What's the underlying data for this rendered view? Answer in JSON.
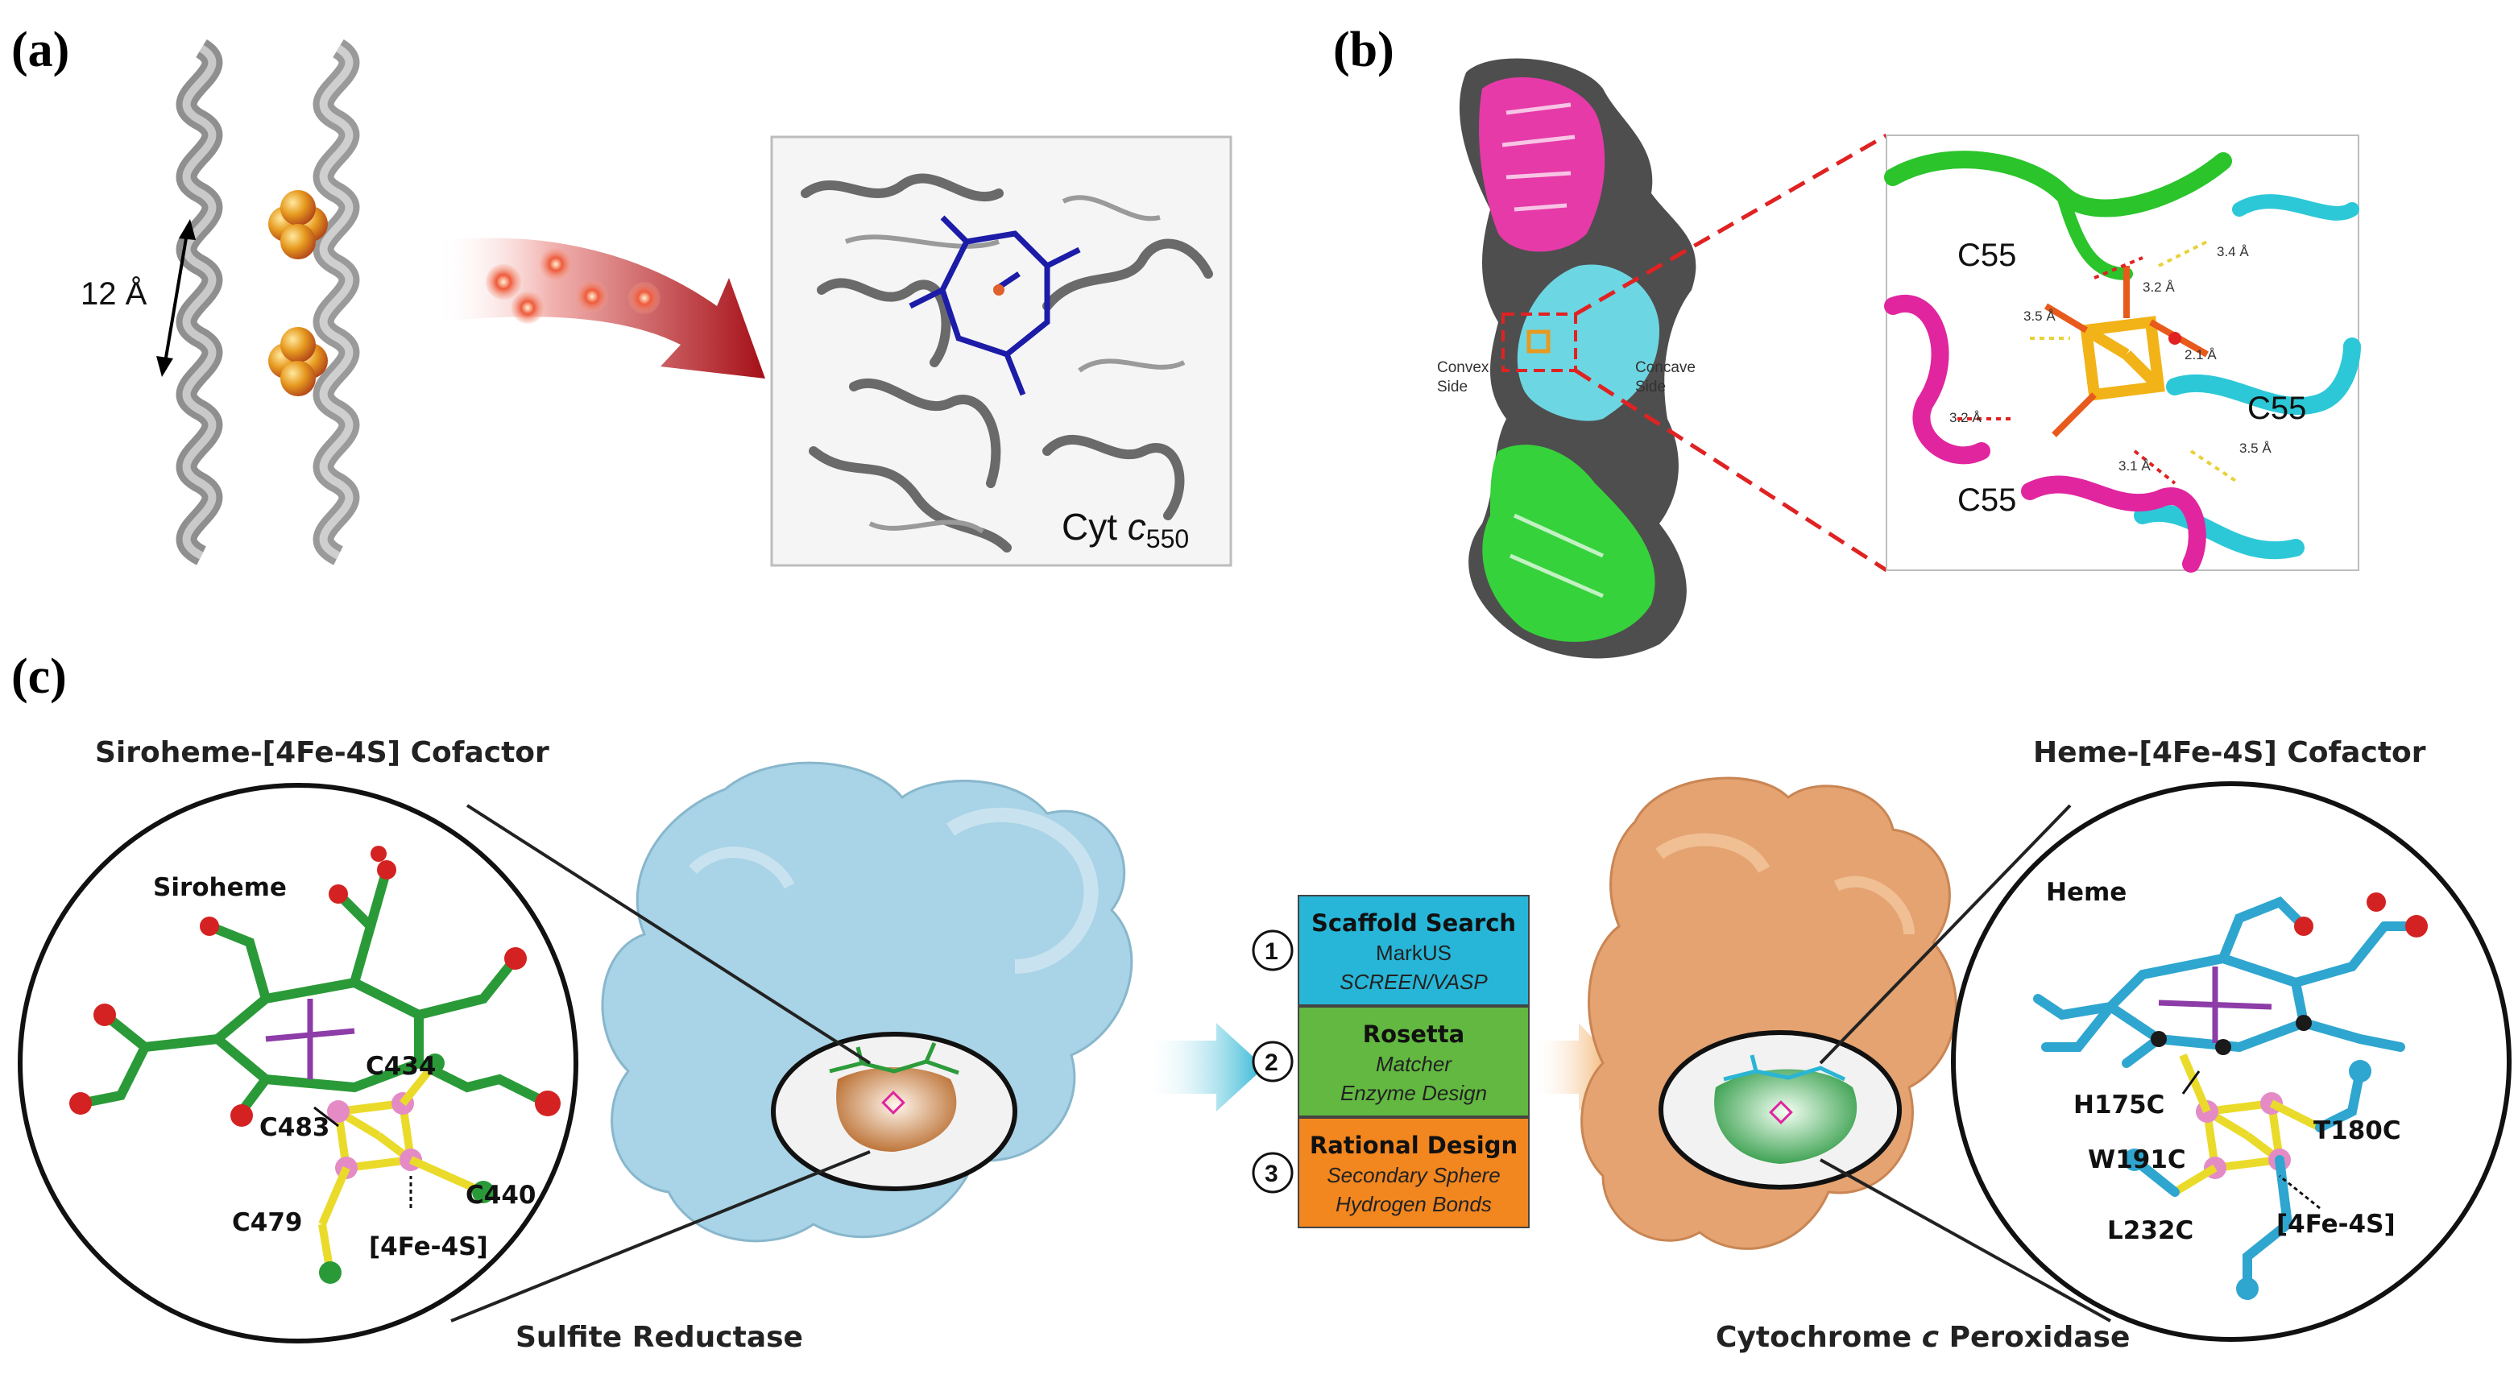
{
  "panels": {
    "a": {
      "label": "(a)",
      "distance_label": "12 Å",
      "product_label_prefix": "Cyt ",
      "product_label_italic": "c",
      "product_label_sub": "550"
    },
    "b": {
      "label": "(b)",
      "convex_line1": "Convex",
      "convex_line2": "Side",
      "concave_line1": "Concave",
      "concave_line2": "Side",
      "cys_labels": [
        "C55",
        "C55",
        "C55"
      ],
      "distances": [
        "3.4 Å",
        "3.2 Å",
        "3.5 Å",
        "2.1 Å",
        "3.2 Å",
        "3.1 Å",
        "3.5 Å"
      ]
    },
    "c": {
      "label": "(c)",
      "left_title": "Siroheme-[4Fe-4S] Cofactor",
      "left_inset_cofactor": "Siroheme",
      "left_residues": [
        "C434",
        "C483",
        "C440",
        "C479",
        "[4Fe-4S]"
      ],
      "left_protein": "Sulfite Reductase",
      "right_title": "Heme-[4Fe-4S] Cofactor",
      "right_inset_cofactor": "Heme",
      "right_residues": [
        "H175C",
        "T180C",
        "W191C",
        "L232C",
        "[4Fe-4S]"
      ],
      "right_protein_prefix": "Cytochrome ",
      "right_protein_italic": "c",
      "right_protein_suffix": " Peroxidase",
      "steps": [
        {
          "number": "1",
          "title": "Scaffold Search",
          "line1": "MarkUS",
          "line2": "SCREEN/VASP",
          "color": "#27b6d8"
        },
        {
          "number": "2",
          "title": "Rosetta",
          "line1": "Matcher",
          "line2": "Enzyme Design",
          "color": "#62b840"
        },
        {
          "number": "3",
          "title": "Rational Design",
          "line1": "Secondary Sphere",
          "line2": "Hydrogen Bonds",
          "color": "#f2861f"
        }
      ]
    }
  },
  "colors": {
    "helix_gray": "#8c8c8c",
    "magenta": "#e0259f",
    "cyan": "#27c0d6",
    "green": "#2fc42f",
    "blue_cluster": "#1c1ca8",
    "sulfite_surface": "#9ccbe0",
    "ccp_surface": "#e2a06a",
    "red_arrow": "#b3131a"
  }
}
